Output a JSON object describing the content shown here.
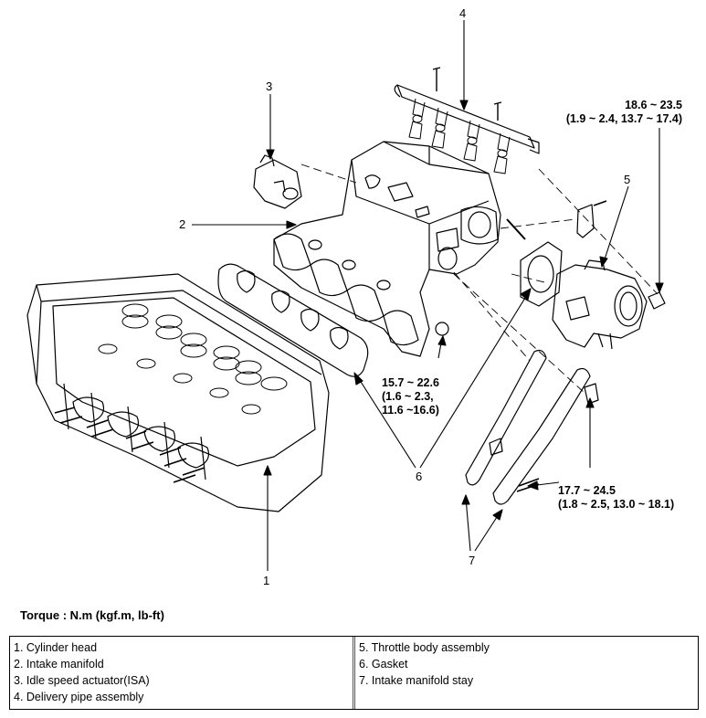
{
  "callouts": {
    "c1": "1",
    "c2": "2",
    "c3": "3",
    "c4": "4",
    "c5": "5",
    "c6": "6",
    "c7": "7"
  },
  "torques": {
    "top_right": {
      "line1": "18.6 ~ 23.5",
      "line2": "(1.9 ~ 2.4, 13.7 ~ 17.4)"
    },
    "middle": {
      "line1": "15.7 ~ 22.6",
      "line2": "(1.6 ~ 2.3,",
      "line3": "11.6 ~16.6)"
    },
    "bottom_right": {
      "line1": "17.7 ~ 24.5",
      "line2": "(1.8 ~ 2.5, 13.0 ~ 18.1)"
    }
  },
  "torque_heading": "Torque : N.m (kgf.m, lb-ft)",
  "legend": {
    "left": [
      "1. Cylinder head",
      "2. Intake manifold",
      "3. Idle speed actuator(ISA)",
      "4. Delivery pipe assembly"
    ],
    "right": [
      "5. Throttle body assembly",
      "6. Gasket",
      "7. Intake manifold stay"
    ]
  }
}
